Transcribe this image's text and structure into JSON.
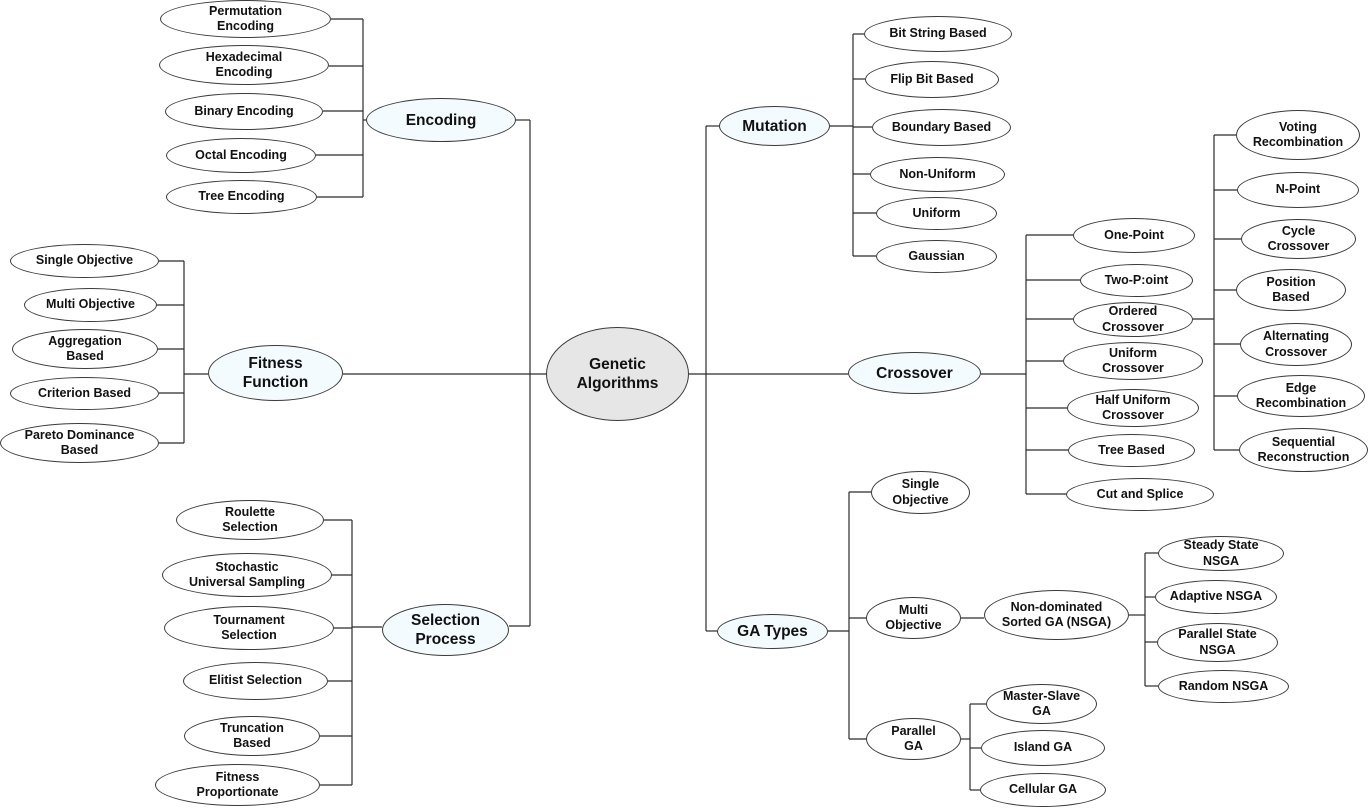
{
  "root": "Genetic\nAlgorithms",
  "categories": {
    "encoding": "Encoding",
    "fitness": "Fitness\nFunction",
    "selection": "Selection\nProcess",
    "mutation": "Mutation",
    "crossover": "Crossover",
    "ga_types": "GA Types"
  },
  "encoding_items": [
    "Permutation\nEncoding",
    "Hexadecimal\nEncoding",
    "Binary Encoding",
    "Octal Encoding",
    "Tree Encoding"
  ],
  "fitness_items": [
    "Single Objective",
    "Multi Objective",
    "Aggregation\nBased",
    "Criterion Based",
    "Pareto Dominance\nBased"
  ],
  "selection_items": [
    "Roulette\nSelection",
    "Stochastic\nUniversal Sampling",
    "Tournament\nSelection",
    "Elitist Selection",
    "Truncation\nBased",
    "Fitness\nProportionate"
  ],
  "mutation_items": [
    "Bit String Based",
    "Flip Bit Based",
    "Boundary Based",
    "Non-Uniform",
    "Uniform",
    "Gaussian"
  ],
  "crossover_items": [
    "One-Point",
    "Two-P:oint",
    "Ordered\nCrossover",
    "Uniform\nCrossover",
    "Half Uniform\nCrossover",
    "Tree Based",
    "Cut and Splice"
  ],
  "ordered_items": [
    "Voting\nRecombination",
    "N-Point",
    "Cycle\nCrossover",
    "Position\nBased",
    "Alternating\nCrossover",
    "Edge\nRecombination",
    "Sequential\nReconstruction"
  ],
  "ga_types_items": [
    "Single\nObjective",
    "Multi\nObjective",
    "Parallel\nGA"
  ],
  "nsga": "Non-dominated\nSorted GA (NSGA)",
  "nsga_items": [
    "Steady State\nNSGA",
    "Adaptive  NSGA",
    "Parallel State\nNSGA",
    "Random  NSGA"
  ],
  "parallel_items": [
    "Master-Slave\nGA",
    "Island GA",
    "Cellular GA"
  ]
}
